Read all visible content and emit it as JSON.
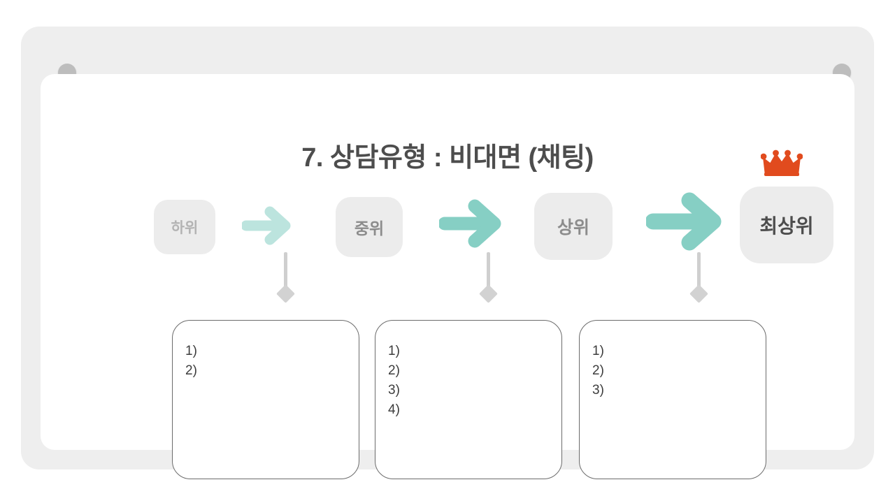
{
  "window": {
    "bezel_dot_left": "bezel-dot-left",
    "bezel_dot_right": "bezel-dot-right"
  },
  "slide": {
    "title": "7. 상담유형 : 비대면 (채팅)"
  },
  "levels": [
    {
      "label": "하위",
      "text_color": "#b3b3b3",
      "bg_color": "#ececec"
    },
    {
      "label": "중위",
      "text_color": "#8c8c8c",
      "bg_color": "#ececec"
    },
    {
      "label": "상위",
      "text_color": "#8c8c8c",
      "bg_color": "#ececec"
    },
    {
      "label": "최상위",
      "text_color": "#4d4d4d",
      "bg_color": "#ececec"
    }
  ],
  "crown": {
    "icon": "crown-icon",
    "color": "#e14b1e"
  },
  "arrows": [
    {
      "icon": "arrow-right-icon",
      "color": "#86cfc4"
    },
    {
      "icon": "arrow-right-icon",
      "color": "#86cfc4"
    },
    {
      "icon": "arrow-right-icon",
      "color": "#86cfc4"
    }
  ],
  "connectors": [
    {
      "icon": "down-connector-diamond-icon",
      "color": "#cfcfcf"
    },
    {
      "icon": "down-connector-diamond-icon",
      "color": "#cfcfcf"
    },
    {
      "icon": "down-connector-diamond-icon",
      "color": "#cfcfcf"
    }
  ],
  "note_boxes": [
    {
      "items": [
        "1)",
        "2)"
      ]
    },
    {
      "items": [
        "1)",
        "2)",
        "3)",
        "4)"
      ]
    },
    {
      "items": [
        "1)",
        "2)",
        "3)"
      ]
    }
  ],
  "colors": {
    "page_background": "#ffffff",
    "frame": "#eeeeee",
    "screen": "#ffffff",
    "badge_bg": "#ececec",
    "accent_mint": "#86cfc4",
    "accent_crown": "#e14b1e",
    "connector_gray": "#cfcfcf",
    "title_text": "#4d4d4d",
    "note_border": "#6b6b6b"
  }
}
